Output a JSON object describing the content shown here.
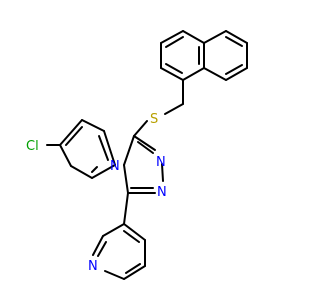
{
  "molecule": {
    "atoms": {
      "chlorine": "Cl",
      "sulfur": "S",
      "triazole_n4": "N",
      "triazole_n1": "N",
      "triazole_n2": "N",
      "pyridine_n": "N"
    },
    "colors": {
      "bond": "#000000",
      "carbon": "#000000",
      "chlorine": "#00A000",
      "sulfur": "#B8A000",
      "nitrogen": "#0000FF"
    }
  }
}
